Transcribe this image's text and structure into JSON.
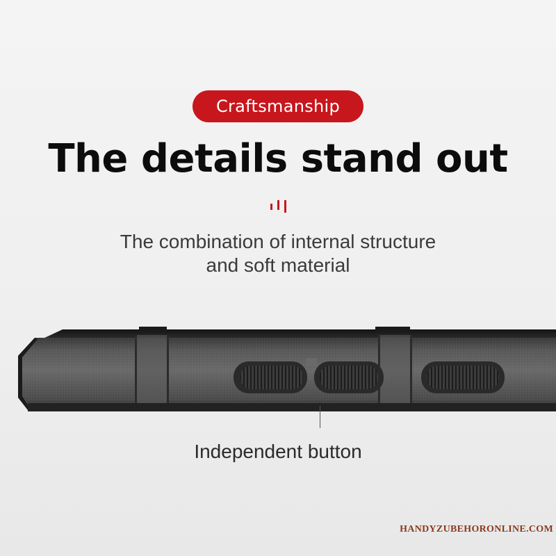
{
  "badge": {
    "label": "Craftsmanship",
    "color": "#c8161d"
  },
  "headline": "The details stand out",
  "subtitle": {
    "line1": "The combination of internal structure",
    "line2": "and soft material"
  },
  "photo": {
    "description_icon": "phone-case-side-buttons-icon"
  },
  "caption": "Independent button",
  "watermark": "HANDYZUBEHORONLINE.COM"
}
